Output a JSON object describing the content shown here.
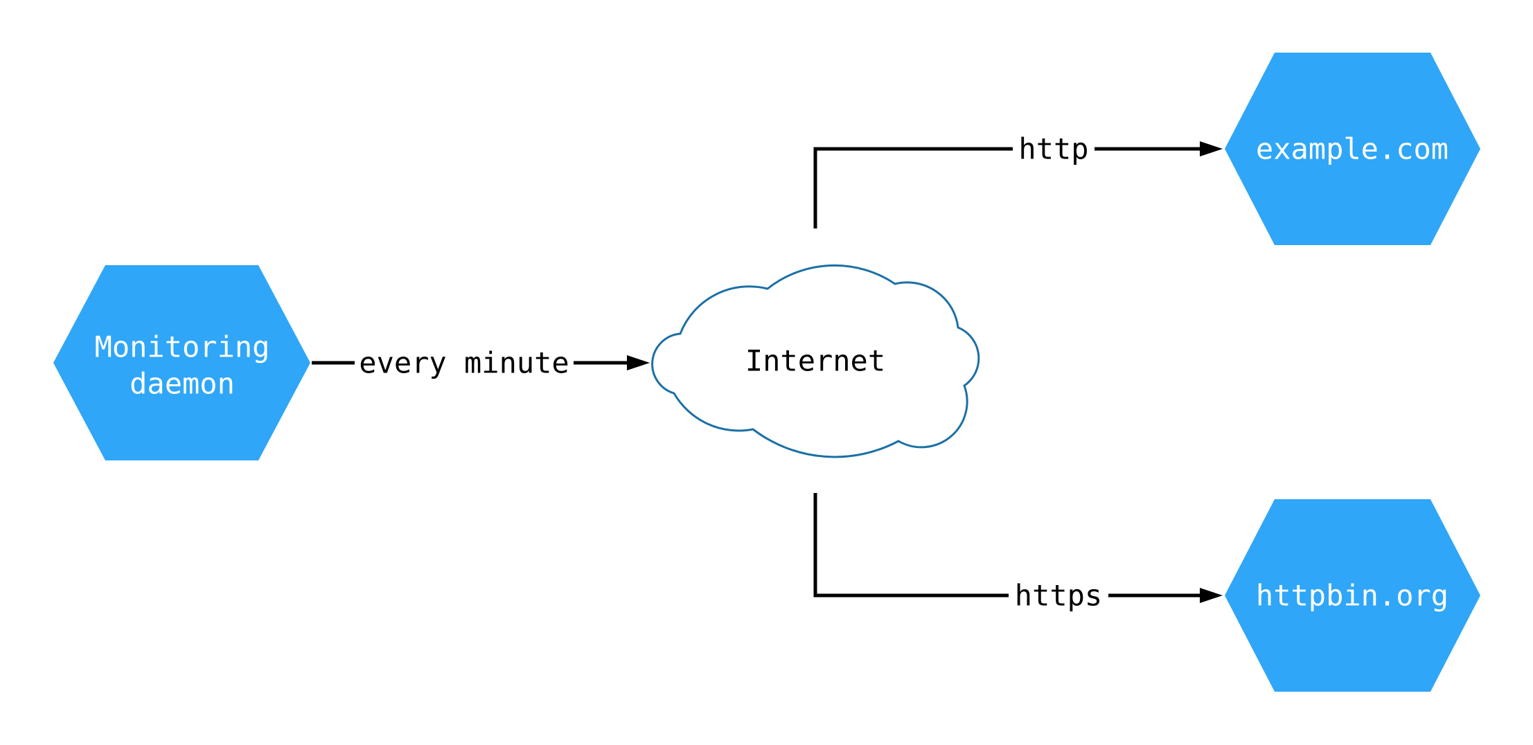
{
  "colors": {
    "background": "#ffffff",
    "node_fill": "#2FA6F8",
    "node_text": "#ffffff",
    "cloud_fill": "#ffffff",
    "cloud_stroke": "#1B70A5",
    "cloud_text": "#000000",
    "edge_color": "#000000",
    "edge_label_color": "#000000"
  },
  "nodes": {
    "monitoring_daemon": {
      "shape": "hexagon",
      "lines": [
        "Monitoring",
        "daemon"
      ]
    },
    "internet": {
      "shape": "cloud",
      "label": "Internet"
    },
    "example_com": {
      "shape": "hexagon",
      "label": "example.com"
    },
    "httpbin_org": {
      "shape": "hexagon",
      "label": "httpbin.org"
    }
  },
  "edges": {
    "every_minute": {
      "label": "every minute",
      "from": "monitoring_daemon",
      "to": "internet"
    },
    "http": {
      "label": "http",
      "from": "internet",
      "to": "example_com"
    },
    "https": {
      "label": "https",
      "from": "internet",
      "to": "httpbin_org"
    }
  }
}
